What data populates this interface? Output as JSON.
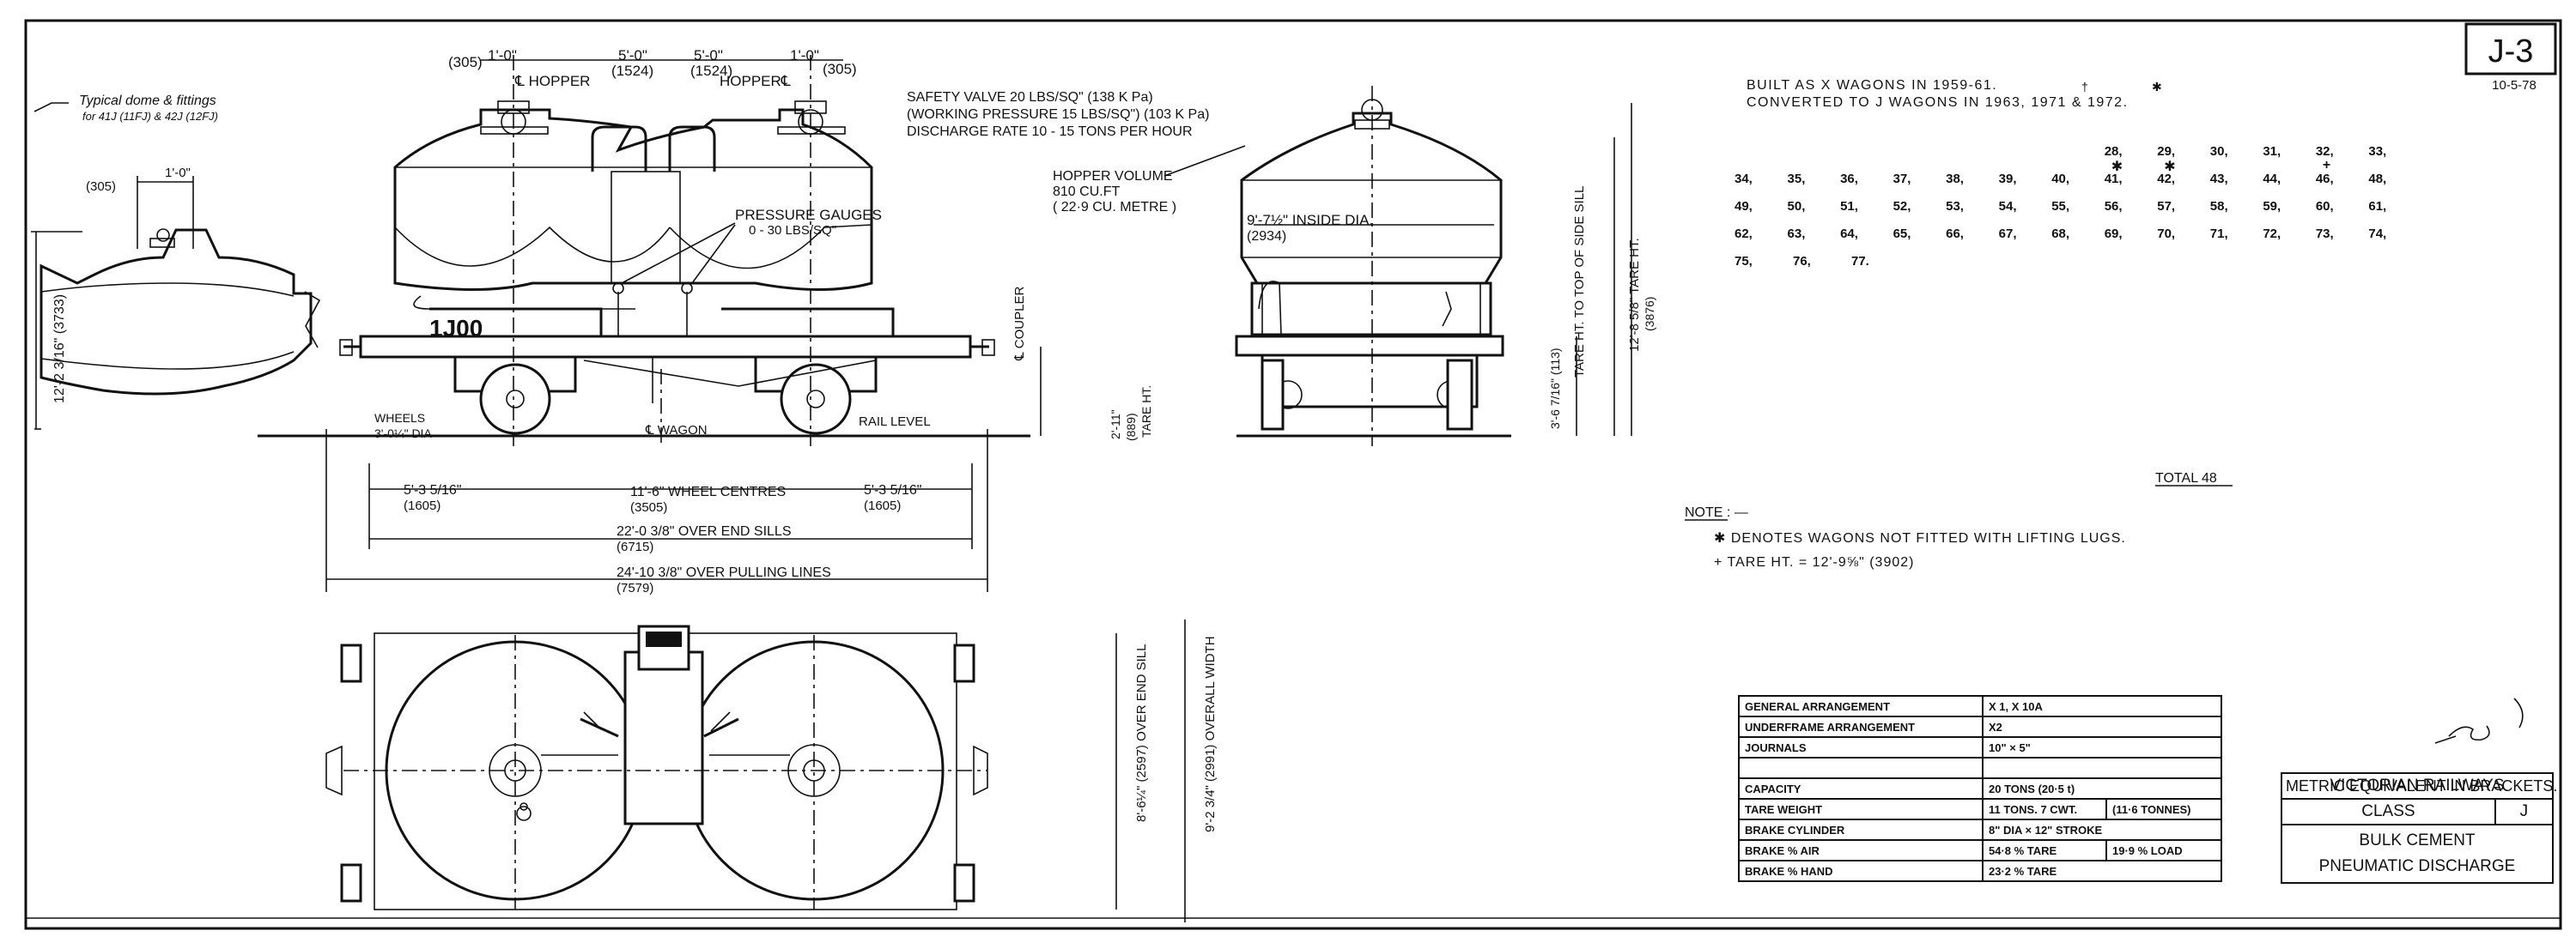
{
  "drawing": {
    "sheet_code": "J-3",
    "sheet_date": "10-5-78",
    "built_line": "BUILT AS  X  WAGONS  IN  1959-61.",
    "converted_line": "CONVERTED  TO  J  WAGONS  IN  1963,  1971  &  1972.",
    "mark_dagger": "†",
    "mark_star": "✱",
    "total_label": "TOTAL  48",
    "note_heading": "NOTE : —",
    "note_star": "✱  DENOTES  WAGONS  NOT  FITTED  WITH  LIFTING  LUGS.",
    "note_plus": "+  TARE  HT. = 12'-9⅝\"  (3902)",
    "metric_note": "METRIC  EQUIVALENT  IN  BRACKETS.",
    "wagon_numbers": [
      [
        {
          "n": "",
          "m": ""
        },
        {
          "n": "",
          "m": ""
        },
        {
          "n": "",
          "m": ""
        },
        {
          "n": "",
          "m": ""
        },
        {
          "n": "",
          "m": ""
        },
        {
          "n": "",
          "m": ""
        },
        {
          "n": "",
          "m": ""
        },
        {
          "n": "28,",
          "m": ""
        },
        {
          "n": "29,",
          "m": ""
        },
        {
          "n": "30,",
          "m": ""
        },
        {
          "n": "31,",
          "m": ""
        },
        {
          "n": "32,",
          "m": ""
        },
        {
          "n": "33,",
          "m": ""
        }
      ],
      [
        {
          "n": "34,",
          "m": ""
        },
        {
          "n": "35,",
          "m": ""
        },
        {
          "n": "36,",
          "m": ""
        },
        {
          "n": "37,",
          "m": ""
        },
        {
          "n": "38,",
          "m": ""
        },
        {
          "n": "39,",
          "m": ""
        },
        {
          "n": "40,",
          "m": ""
        },
        {
          "n": "41,",
          "m": "✱"
        },
        {
          "n": "42,",
          "m": "✱"
        },
        {
          "n": "43,",
          "m": ""
        },
        {
          "n": "44,",
          "m": ""
        },
        {
          "n": "46,",
          "m": "+"
        },
        {
          "n": "48,",
          "m": ""
        }
      ],
      [
        {
          "n": "49,",
          "m": ""
        },
        {
          "n": "50,",
          "m": ""
        },
        {
          "n": "51,",
          "m": ""
        },
        {
          "n": "52,",
          "m": ""
        },
        {
          "n": "53,",
          "m": ""
        },
        {
          "n": "54,",
          "m": ""
        },
        {
          "n": "55,",
          "m": ""
        },
        {
          "n": "56,",
          "m": ""
        },
        {
          "n": "57,",
          "m": ""
        },
        {
          "n": "58,",
          "m": ""
        },
        {
          "n": "59,",
          "m": ""
        },
        {
          "n": "60,",
          "m": ""
        },
        {
          "n": "61,",
          "m": ""
        }
      ],
      [
        {
          "n": "62,",
          "m": ""
        },
        {
          "n": "63,",
          "m": ""
        },
        {
          "n": "64,",
          "m": ""
        },
        {
          "n": "65,",
          "m": ""
        },
        {
          "n": "66,",
          "m": ""
        },
        {
          "n": "67,",
          "m": ""
        },
        {
          "n": "68,",
          "m": ""
        },
        {
          "n": "69,",
          "m": ""
        },
        {
          "n": "70,",
          "m": ""
        },
        {
          "n": "71,",
          "m": ""
        },
        {
          "n": "72,",
          "m": ""
        },
        {
          "n": "73,",
          "m": ""
        },
        {
          "n": "74,",
          "m": ""
        }
      ],
      [
        {
          "n": "75,",
          "m": ""
        },
        {
          "n": "76,",
          "m": ""
        },
        {
          "n": "77.",
          "m": ""
        }
      ]
    ],
    "spec_rows": [
      {
        "k": "GENERAL  ARRANGEMENT",
        "v": "X 1,   X 10A",
        "v2": ""
      },
      {
        "k": "UNDERFRAME  ARRANGEMENT",
        "v": "X2",
        "v2": ""
      },
      {
        "k": "JOURNALS",
        "v": "10\" × 5\"",
        "v2": ""
      },
      {
        "k": "",
        "v": "",
        "v2": ""
      },
      {
        "k": "CAPACITY",
        "v": "20 TONS   (20·5 t)",
        "v2": ""
      },
      {
        "k": "TARE  WEIGHT",
        "v": "11 TONS. 7 CWT.",
        "v2": "(11·6 TONNES)"
      },
      {
        "k": "BRAKE  CYLINDER",
        "v": "8\" DIA × 12\" STROKE",
        "v2": ""
      },
      {
        "k": "BRAKE  %  AIR",
        "v": "54·8  %  TARE",
        "v2": "19·9 %  LOAD"
      },
      {
        "k": "BRAKE  %  HAND",
        "v": "23·2  %  TARE",
        "v2": ""
      }
    ],
    "title_block": {
      "railway": "VICTORIAN   RAILWAYS",
      "class_label": "CLASS",
      "class_value": "J",
      "desc_1": "BULK    CEMENT",
      "desc_2": "PNEUMATIC    DISCHARGE"
    },
    "labels": {
      "dome_fittings": "Typical dome & fittings",
      "dome_fittings_2": "for 41J (11FJ) & 42J (12FJ)",
      "dome_w": "1'-0\"",
      "dome_w_mm": "(305)",
      "dome_h": "12'-2 3/16\" (3733)",
      "hopper_l": "℄ HOPPER",
      "hopper_r": "HOPPER℄",
      "d305a": "(305)",
      "d1a": "1'-0\"",
      "d5a": "5'-0\"",
      "d1524a": "(1524)",
      "d5b": "5'-0\"",
      "d1524b": "(1524)",
      "d1b": "1'-0\"",
      "d305b": "(305)",
      "safety_1": "SAFETY  VALVE  20 LBS/SQ\"  (138 K Pa)",
      "safety_2": "(WORKING  PRESSURE  15 LBS/SQ\")  (103 K Pa)",
      "safety_3": "DISCHARGE  RATE  10 - 15  TONS  PER  HOUR",
      "gauges_1": "PRESSURE  GAUGES",
      "gauges_2": "0 - 30  LBS/SQ\"",
      "wagon_no": "1J00",
      "coupler": "℄ COUPLER",
      "wheels_1": "WHEELS",
      "wheels_2": "3'-0¼\" DIA",
      "wagon_cl": "℄ WAGON",
      "rail_level": "RAIL LEVEL",
      "coupler_h": "2'-11\"",
      "coupler_h_mm": "(889)",
      "tare_ht": "TARE HT.",
      "d5316a": "5'-3 5/16\"",
      "d1605a": "(1605)",
      "wheel_centres": "11'-6\"  WHEEL  CENTRES",
      "d3505": "(3505)",
      "d5316b": "5'-3 5/16\"",
      "d1605b": "(1605)",
      "over_sills": "22'-0 3/8\"  OVER  END  SILLS",
      "d6715": "(6715)",
      "over_lines": "24'-10 3/8\"  OVER  PULLING  LINES",
      "d7579": "(7579)",
      "hopper_vol_1": "HOPPER  VOLUME",
      "hopper_vol_2": "810 CU.FT",
      "hopper_vol_3": "( 22·9 CU. METRE )",
      "inside_dia": "9'-7½\"  INSIDE  DIA.",
      "d2934": "(2934)",
      "side_sill": "TARE HT. TO TOP OF SIDE SILL",
      "side_sill_dim": "3'-6 7/16\" (113)",
      "tare_total": "12'-8 5/8\" TARE HT.",
      "tare_total_mm": "(3876)",
      "over_end_sill": "8'-6¼\" (2597) OVER END SILL",
      "overall_width": "9'-2 3/4\" (2991) OVERALL WIDTH"
    }
  }
}
